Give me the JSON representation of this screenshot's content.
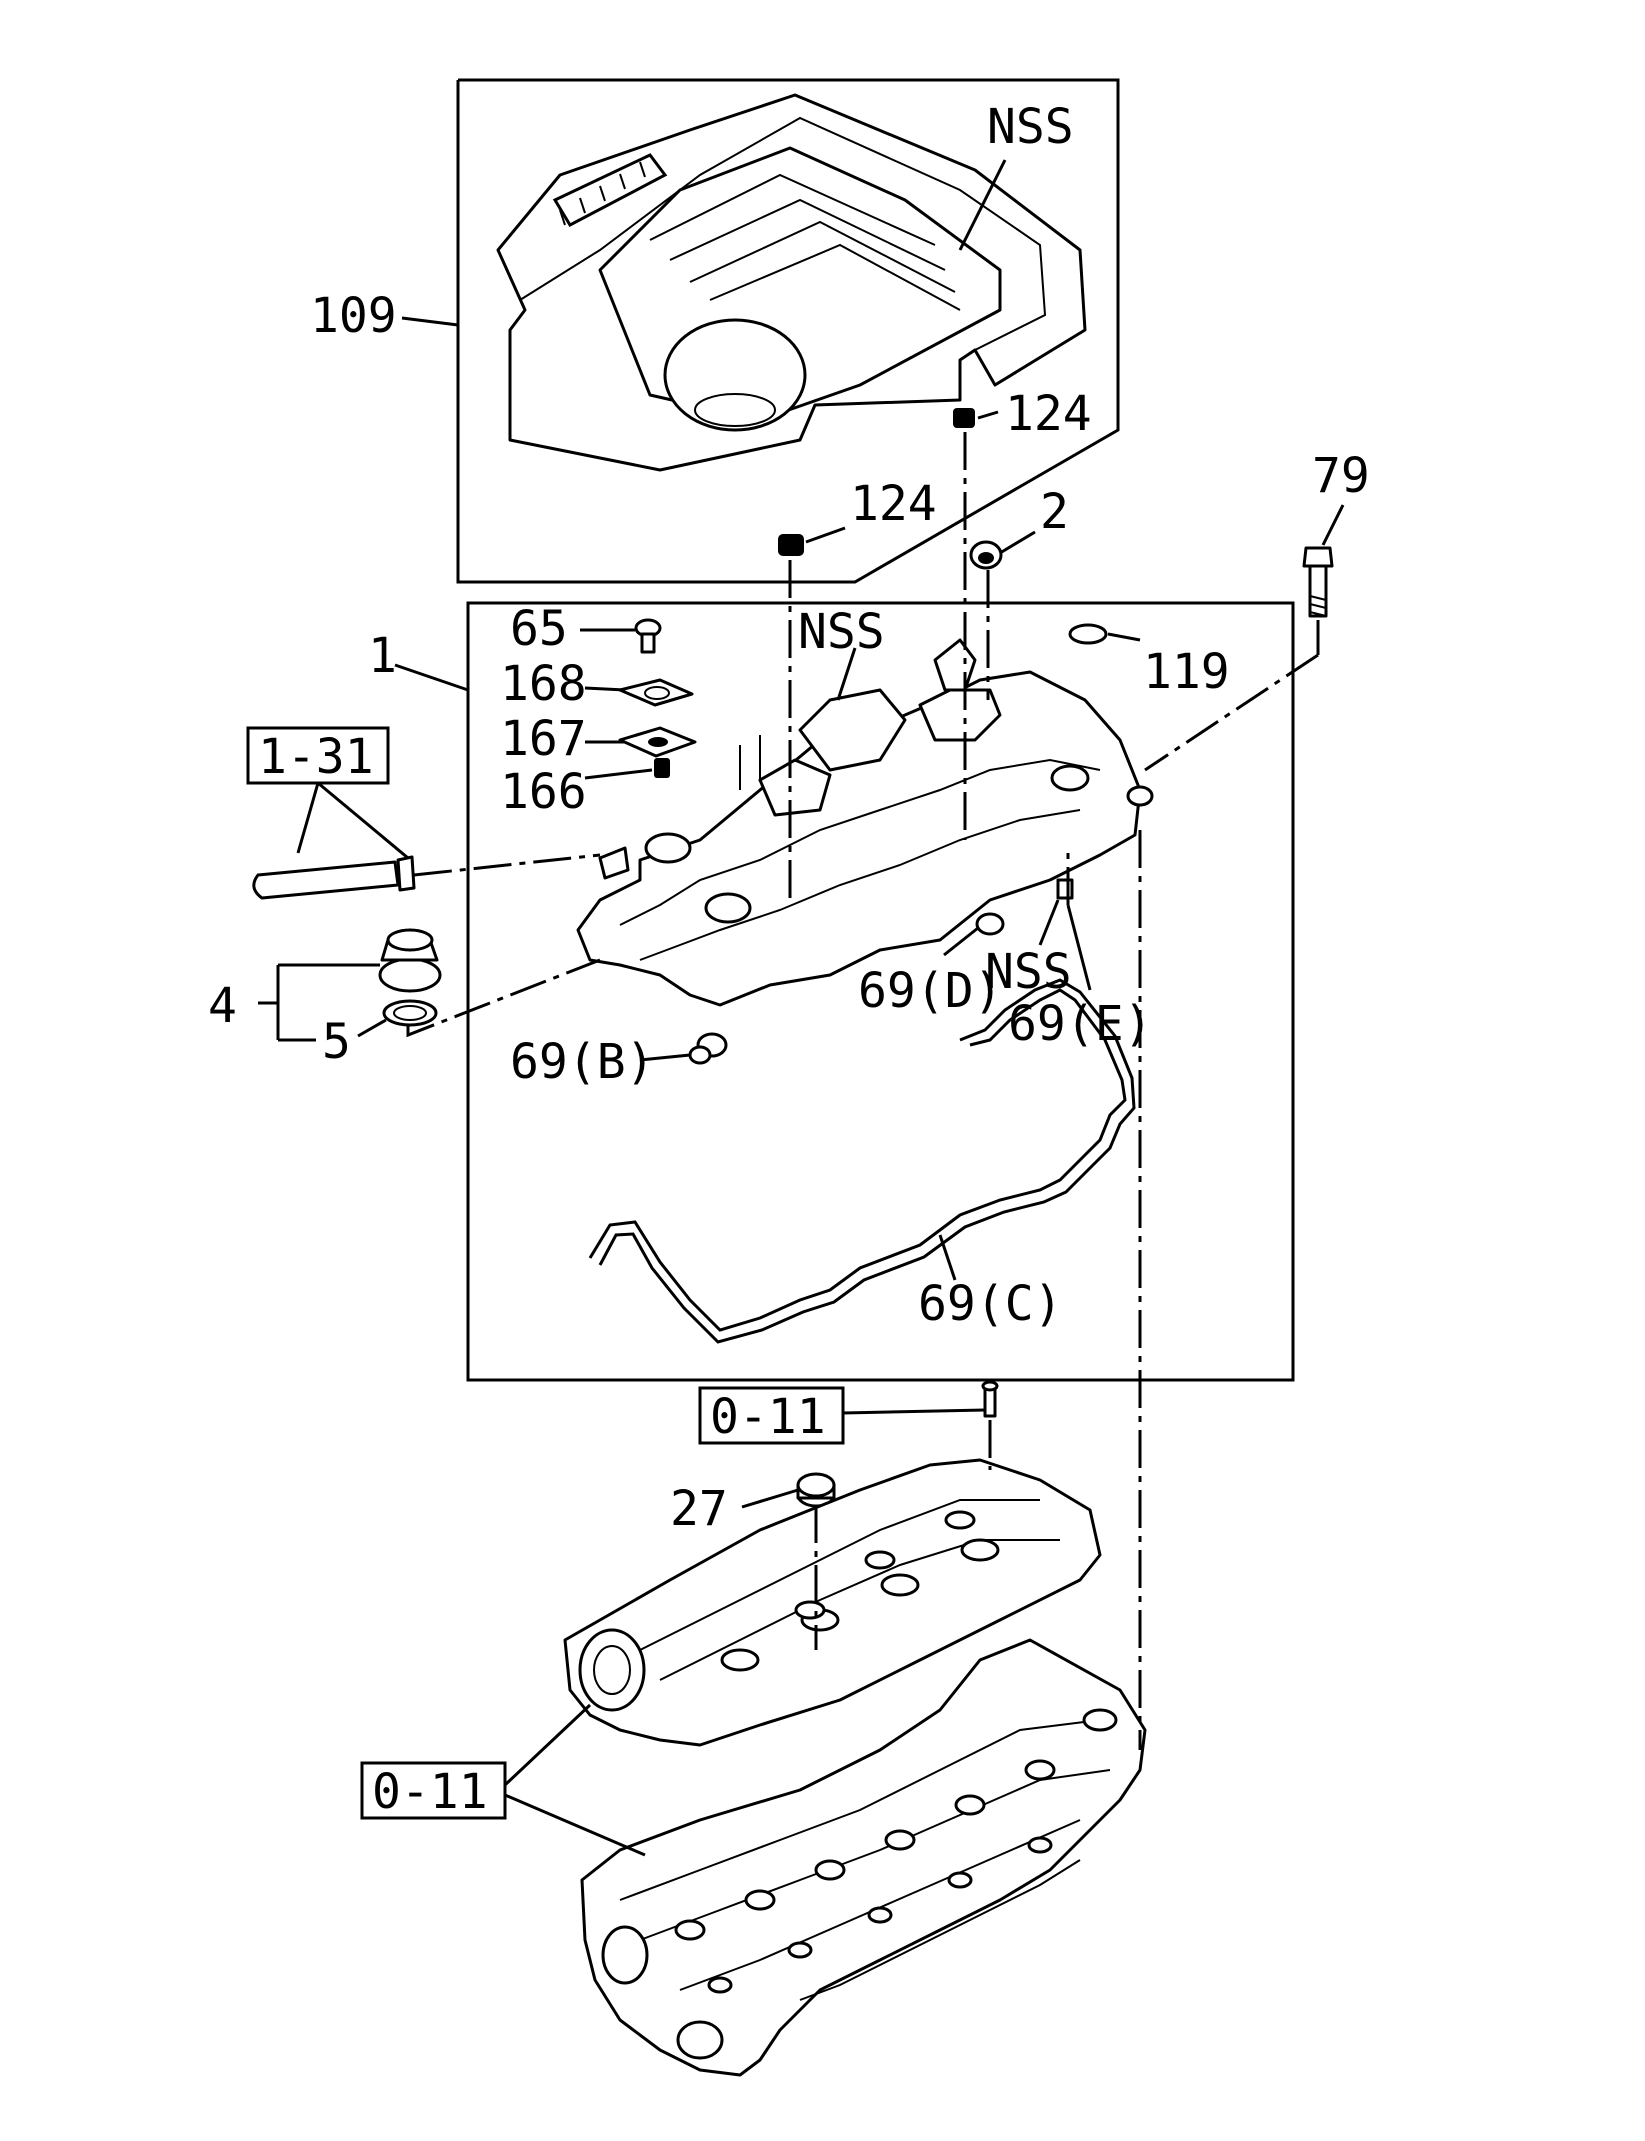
{
  "labels": {
    "l109": "109",
    "nss_top": "NSS",
    "l124a": "124",
    "l124b": "124",
    "l2": "2",
    "l79": "79",
    "l1": "1",
    "l65": "65",
    "nss_mid": "NSS",
    "l119": "119",
    "l168": "168",
    "l167": "167",
    "l166": "166",
    "ref_1_31": "1-31",
    "l4": "4",
    "l5": "5",
    "l69d": "69(D)",
    "nss_low": "NSS",
    "l69e": "69(E)",
    "l69b": "69(B)",
    "l69c": "69(C)",
    "ref_0_11a": "0-11",
    "l27": "27",
    "ref_0_11b": "0-11"
  }
}
